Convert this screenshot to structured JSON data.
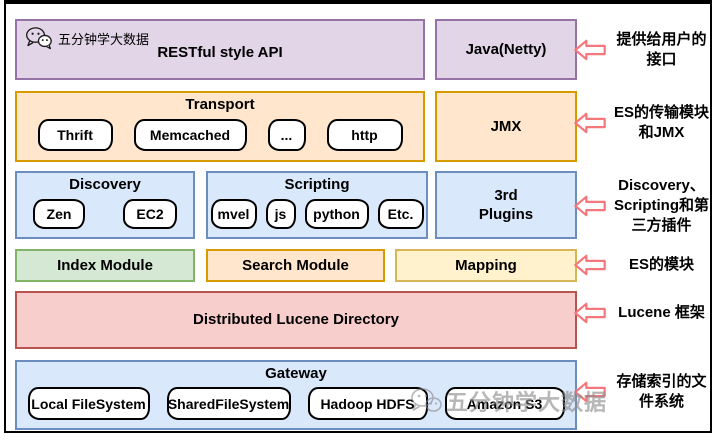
{
  "brand": {
    "name": "五分钟学大数据"
  },
  "watermark": {
    "text": "五分钟学大数据"
  },
  "colors": {
    "purple_fill": "#E1D5E7",
    "purple_border": "#9673A6",
    "orange_fill": "#FFE6CC",
    "orange_border": "#D79B00",
    "blue_fill": "#DAE8FC",
    "blue_border": "#6C8EBF",
    "green_fill": "#D5E8D4",
    "green_border": "#82B366",
    "yellow_fill": "#FFF2CC",
    "yellow_border": "#D6B656",
    "red_fill": "#F8CECC",
    "red_border": "#B85450",
    "arrow": "#F4777C",
    "chip_border": "#000000",
    "watermark_gray": "#8A8A8A"
  },
  "layers": {
    "api": {
      "title": "RESTful style API"
    },
    "java": {
      "title": "Java(Netty)"
    },
    "transport": {
      "title": "Transport",
      "items": [
        "Thrift",
        "Memcached",
        "...",
        "http"
      ]
    },
    "jmx": {
      "title": "JMX"
    },
    "discovery": {
      "title": "Discovery",
      "items": [
        "Zen",
        "EC2"
      ]
    },
    "scripting": {
      "title": "Scripting",
      "items": [
        "mvel",
        "js",
        "python",
        "Etc."
      ]
    },
    "plugins": {
      "title": "3rd\nPlugins"
    },
    "index_module": {
      "title": "Index Module"
    },
    "search_module": {
      "title": "Search Module"
    },
    "mapping": {
      "title": "Mapping"
    },
    "lucene": {
      "title": "Distributed Lucene Directory"
    },
    "gateway": {
      "title": "Gateway",
      "items": [
        "Local FileSystem",
        "SharedFileSystem",
        "Hadoop HDFS",
        "Amazon S3"
      ]
    }
  },
  "annotations": [
    {
      "label": "提供给用户的\n接口"
    },
    {
      "label": "ES的传输模块\n和JMX"
    },
    {
      "label": "Discovery、\nScripting和第\n三方插件"
    },
    {
      "label": "ES的模块"
    },
    {
      "label": "Lucene 框架"
    },
    {
      "label": "存储索引的文\n件系统"
    }
  ]
}
